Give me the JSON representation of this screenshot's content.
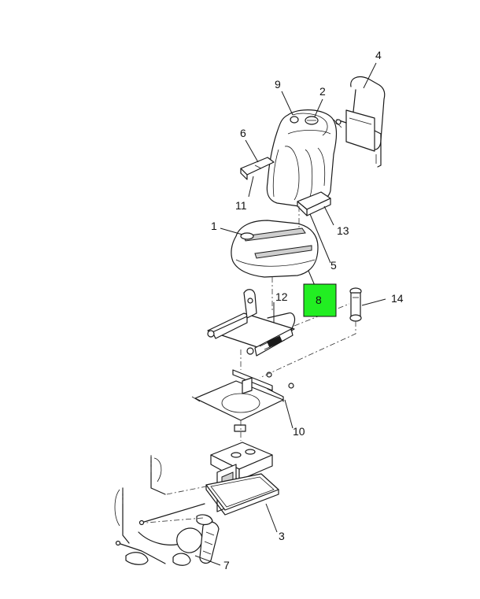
{
  "callouts": {
    "c1": "1",
    "c2": "2",
    "c3": "3",
    "c4": "4",
    "c5": "5",
    "c6": "6",
    "c7": "7",
    "c8": "8",
    "c9": "9",
    "c10": "10",
    "c11": "11",
    "c12": "12",
    "c13": "13",
    "c14": "14"
  },
  "highlight": {
    "label": "8",
    "color": "#22ee22"
  }
}
